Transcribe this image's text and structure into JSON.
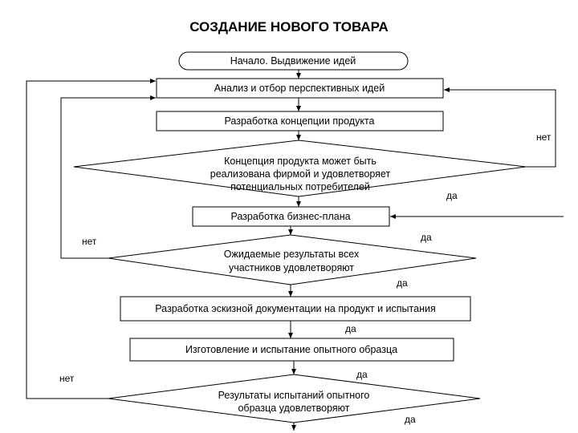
{
  "title": "СОЗДАНИЕ НОВОГО ТОВАРА",
  "nodes": {
    "start": "Начало. Выдвижение идей",
    "analysis": "Анализ и отбор перспективных идей",
    "concept": "Разработка концепции продукта",
    "decision1": [
      "Концепция продукта может быть",
      "реализована фирмой и удовлетворяет",
      "потенциальных потребителей"
    ],
    "bizplan": "Разработка бизнес-плана",
    "decision2": [
      "Ожидаемые результаты всех",
      "участников удовлетворяют"
    ],
    "docs": "Разработка эскизной документации на продукт и испытания",
    "prototype": "Изготовление и испытание опытного образца",
    "decision3": [
      "Результаты испытаний опытного",
      "образца удовлетворяют"
    ]
  },
  "labels": {
    "no": "нет",
    "yes": "да"
  }
}
